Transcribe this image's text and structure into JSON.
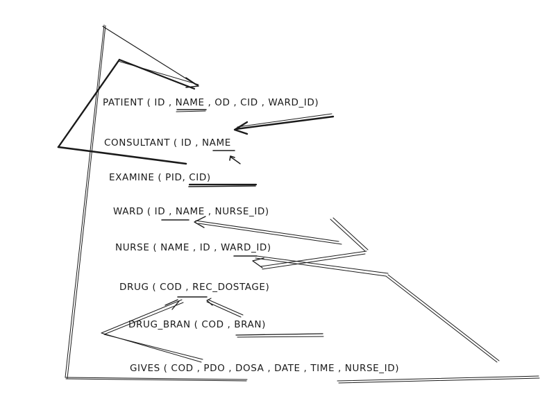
{
  "relations": [
    {
      "id": "patient",
      "text": "PATIENT ( ID , NAME , OD , CID , WARD_ID)"
    },
    {
      "id": "consultant",
      "text": "CONSULTANT ( ID , NAME"
    },
    {
      "id": "examine",
      "text": "EXAMINE ( PID, CID)"
    },
    {
      "id": "ward",
      "text": "WARD ( ID , NAME , NURSE_ID)"
    },
    {
      "id": "nurse",
      "text": "NURSE ( NAME , ID , WARD_ID)"
    },
    {
      "id": "drug",
      "text": "DRUG ( COD , REC_DOSTAGE)"
    },
    {
      "id": "drug_bran",
      "text": "DRUG_BRAN ( COD , BRAN)"
    },
    {
      "id": "gives",
      "text": "GIVES ( COD , PDO , DOSA , DATE , TIME , NURSE_ID)"
    }
  ],
  "colors": {
    "ink": "#1a1a1a",
    "background": "#ffffff"
  }
}
